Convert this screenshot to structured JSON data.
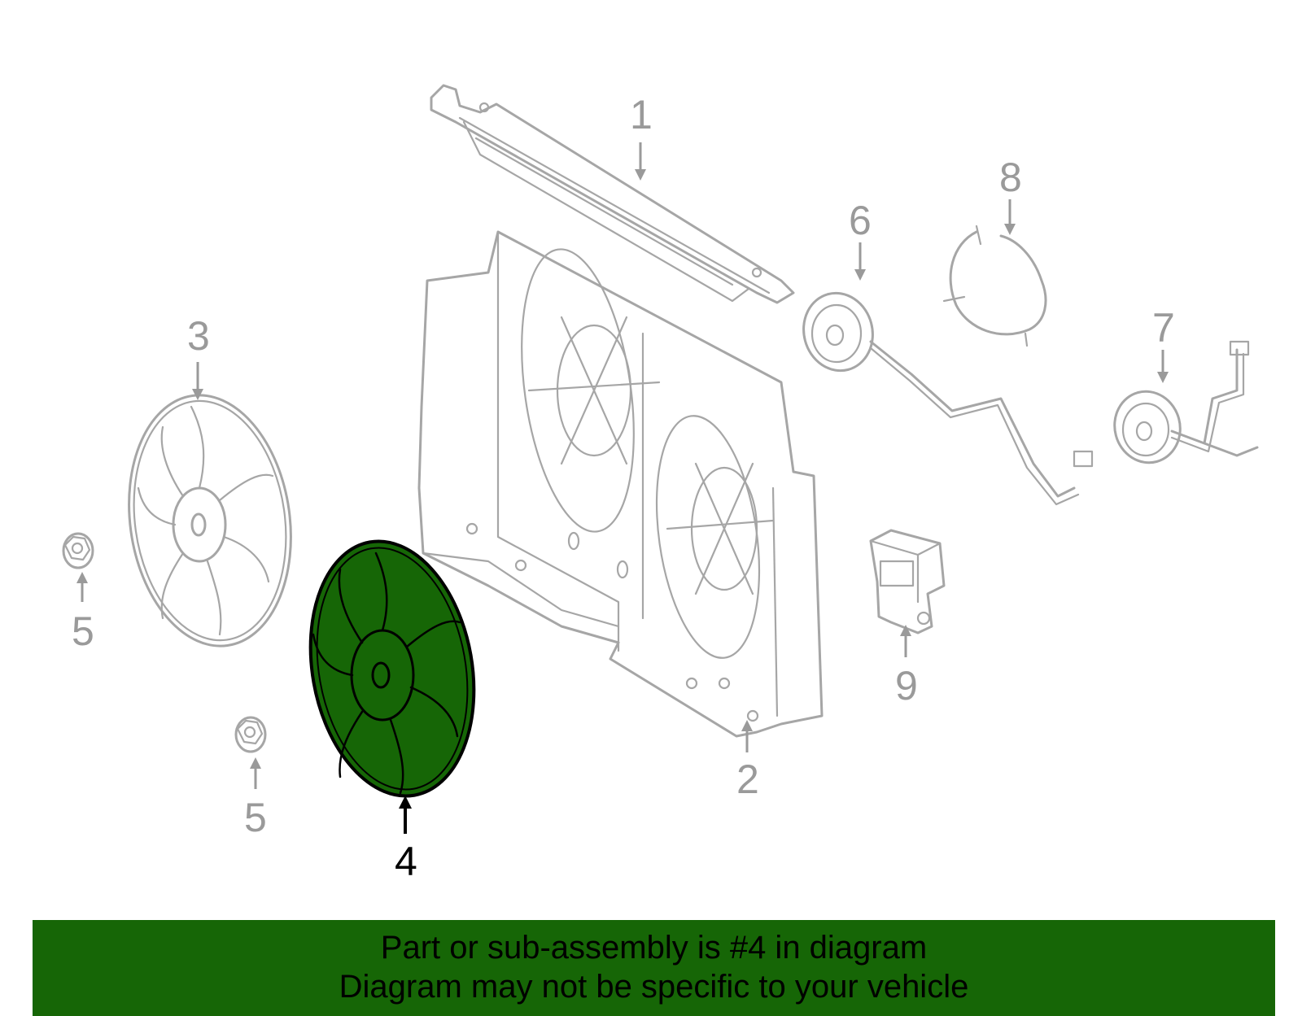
{
  "highlight_color": "#166606",
  "callouts": [
    {
      "id": "1",
      "label": "1",
      "highlighted": false
    },
    {
      "id": "2",
      "label": "2",
      "highlighted": false
    },
    {
      "id": "3",
      "label": "3",
      "highlighted": false
    },
    {
      "id": "4",
      "label": "4",
      "highlighted": true
    },
    {
      "id": "5a",
      "label": "5",
      "highlighted": false
    },
    {
      "id": "5b",
      "label": "5",
      "highlighted": false
    },
    {
      "id": "6",
      "label": "6",
      "highlighted": false
    },
    {
      "id": "7",
      "label": "7",
      "highlighted": false
    },
    {
      "id": "8",
      "label": "8",
      "highlighted": false
    },
    {
      "id": "9",
      "label": "9",
      "highlighted": false
    }
  ],
  "banner": {
    "line1": "Part or sub-assembly is #4 in diagram",
    "line2": "Diagram may not be specific to your vehicle"
  }
}
